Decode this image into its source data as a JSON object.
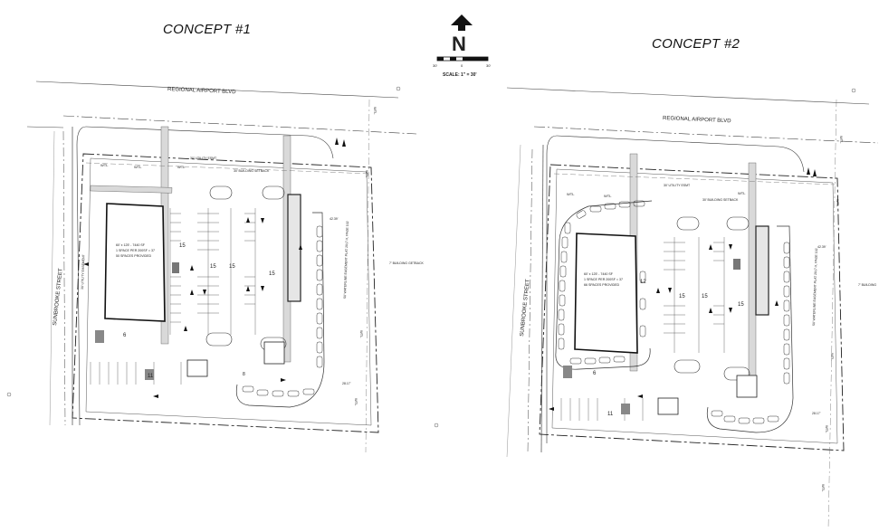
{
  "titles": {
    "concept1": "CONCEPT #1",
    "concept2": "CONCEPT #2"
  },
  "north": {
    "letter": "N",
    "scale": "SCALE: 1\" = 30'",
    "ticks": [
      "30'",
      "0",
      "30'"
    ]
  },
  "streets": {
    "airport": "REGIONAL AIRPORT BLVD",
    "sunbrooke": "SUNBROOKE STREET"
  },
  "concept1": {
    "building": [
      "60' x 125' - 7440 SF",
      "1 SPACE PER 200SF = 37",
      "50 SPACES PROVIDED"
    ],
    "setback_building": "30' BUILDING SETBACK",
    "utility": "30' UTILITY ESMT",
    "utility_side": "30' UTILITY EASEMENT",
    "drainage": "50' WATERLINE EASEMENT PLAT 2017-X, PAGE 102",
    "getback": "7' BUILDING GETBACK",
    "dim1": "42.39'",
    "dim2": "28.17'",
    "counts": [
      "15",
      "15",
      "15",
      "15",
      "6",
      "11"
    ],
    "wtl": "WTL"
  },
  "concept2": {
    "building": [
      "60' x 125' - 7440 SF",
      "1 SPACE PER 200SF = 37",
      "66 SPACES PROVIDED"
    ],
    "setback_building": "30' BUILDING SETBACK",
    "utility": "30' UTILITY ESMT",
    "drainage": "50' WATERLINE EASEMENT PLAT 2017-X, PAGE 102",
    "getback": "7' BUILDING",
    "dim1": "42.39'",
    "dim2": "28.17'",
    "counts": [
      "12",
      "15",
      "15",
      "15",
      "6",
      "11"
    ],
    "wtl": "WTL"
  }
}
